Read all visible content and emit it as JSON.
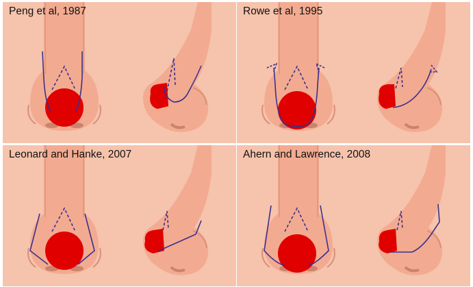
{
  "figure": {
    "panels": [
      {
        "label": "Peng et al, 1987"
      },
      {
        "label": "Rowe et al, 1995"
      },
      {
        "label": "Leonard and Hanke, 2007"
      },
      {
        "label": "Ahern and Lawrence, 2008"
      }
    ]
  },
  "colors": {
    "skin_background": "#f6c3ac",
    "skin_nose": "#f2ab91",
    "skin_shadow": "#c9846d",
    "defect_red": "#e00000",
    "incision_line": "#3b2f8c"
  }
}
